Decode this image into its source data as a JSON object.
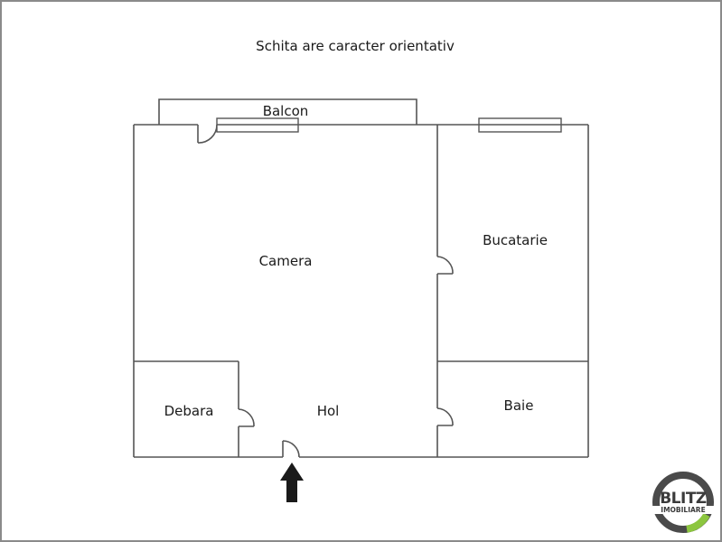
{
  "header": {
    "title": "Schita are caracter orientativ"
  },
  "rooms": {
    "balcon": "Balcon",
    "camera": "Camera",
    "bucatarie": "Bucatarie",
    "debara": "Debara",
    "hol": "Hol",
    "baie": "Baie"
  },
  "entrance": {
    "icon": "arrow-up-icon",
    "color": "#1a1a1a"
  },
  "logo": {
    "line1": "BLITZ",
    "line2": "IMOBILIARE",
    "ring_color": "#4a4a4a",
    "accent_color": "#8cc63f"
  },
  "colors": {
    "wall": "#555555",
    "border": "#8a8a8a",
    "background": "#ffffff"
  }
}
